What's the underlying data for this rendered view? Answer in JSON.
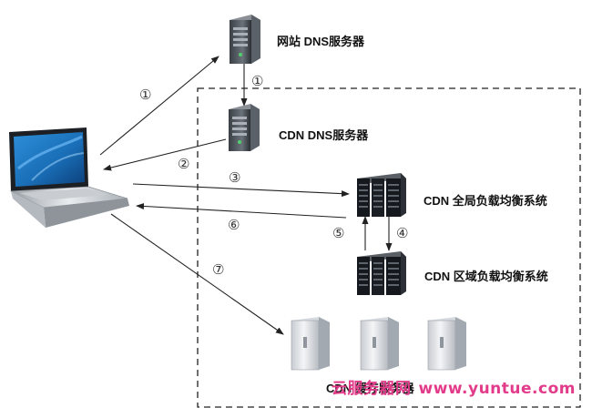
{
  "labels": {
    "website_dns": "网站 DNS服务器",
    "cdn_dns": "CDN DNS服务器",
    "global_lb": "CDN 全局负载均衡系统",
    "regional_lb": "CDN 区域负载均衡系统",
    "cache_servers": "CDN 缓存服务器"
  },
  "steps": {
    "s1a": "①",
    "s1b": "①",
    "s2": "②",
    "s3": "③",
    "s4": "④",
    "s5": "⑤",
    "s6": "⑥",
    "s7": "⑦"
  },
  "watermark": {
    "brand": "云服务器网",
    "host": "www.yuntue.com"
  },
  "icons": [
    "laptop-icon",
    "tower-server-icon",
    "rack-server-icon",
    "storage-server-icon"
  ],
  "colors": {
    "arrow": "#222222",
    "dashed_border": "#222222",
    "watermark": "#e23b8a"
  }
}
